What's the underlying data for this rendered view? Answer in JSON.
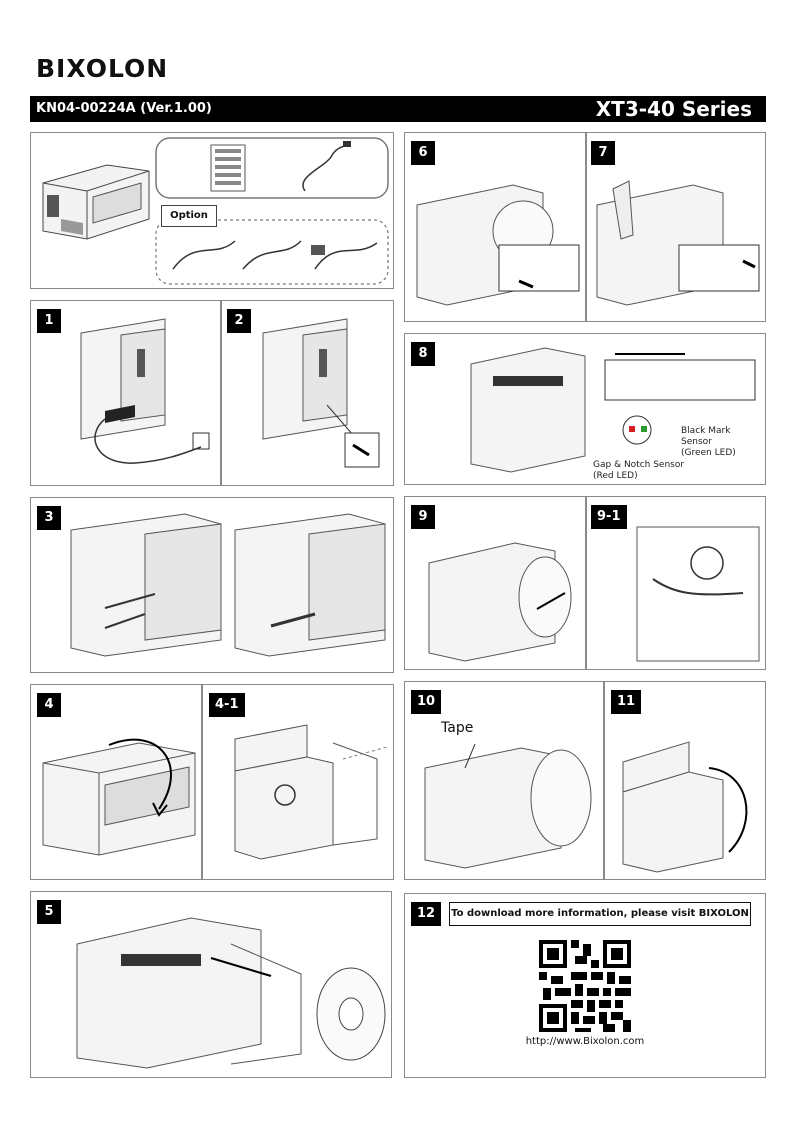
{
  "brand": {
    "logo_text": "BIXOLON"
  },
  "header": {
    "doc_number": "KN04-00224A (Ver.1.00)",
    "series": "XT3-40 Series"
  },
  "package": {
    "option_label": "Option"
  },
  "steps": {
    "s1": "1",
    "s2": "2",
    "s3": "3",
    "s4": "4",
    "s4_1": "4-1",
    "s5": "5",
    "s6": "6",
    "s7": "7",
    "s8": "8",
    "s9": "9",
    "s9_1": "9-1",
    "s10": "10",
    "s11": "11",
    "s12": "12"
  },
  "sensor": {
    "black_mark": [
      "Black Mark",
      "Sensor",
      "(Green LED)"
    ],
    "gap_notch": [
      "Gap & Notch Sensor",
      "(Red LED)"
    ]
  },
  "ribbon": {
    "tape_label": "Tape"
  },
  "download": {
    "instruction": "To download more information, please visit BIXOLON",
    "url": "http://www.Bixolon.com"
  },
  "colors": {
    "title_bar": "#000000",
    "panel_border": "#8a8a8a",
    "red_led": "#d22020",
    "green_led": "#2a9a2a"
  }
}
